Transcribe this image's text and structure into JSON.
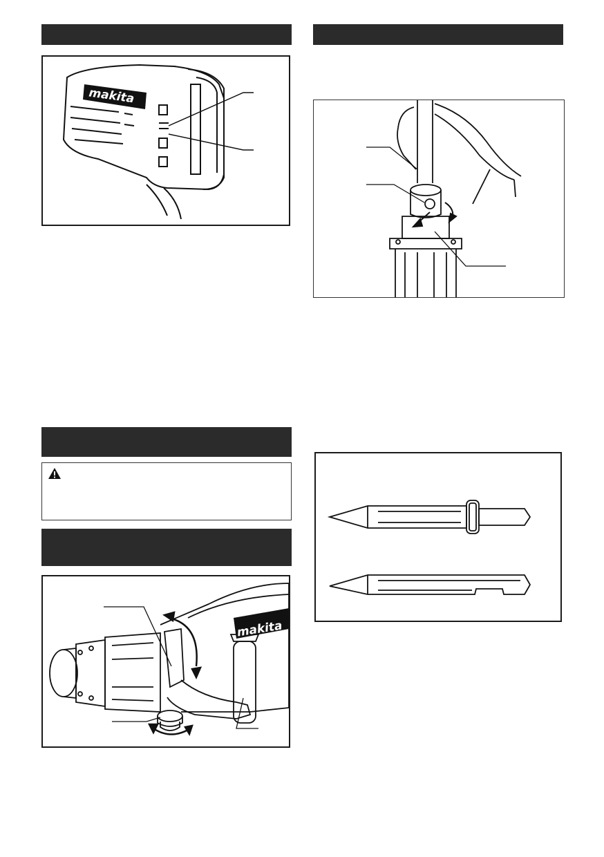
{
  "page": {
    "figures": [
      {
        "name": "switch-closeup",
        "logo": "makita"
      },
      {
        "name": "bit-install",
        "logo": ""
      },
      {
        "name": "side-handle",
        "logo": "makita"
      },
      {
        "name": "bits",
        "logo": ""
      }
    ]
  },
  "icons": {
    "warning": "warning-triangle-icon"
  },
  "colors": {
    "header_bar": "#2b2b2b",
    "frame": "#1a1a1a"
  }
}
